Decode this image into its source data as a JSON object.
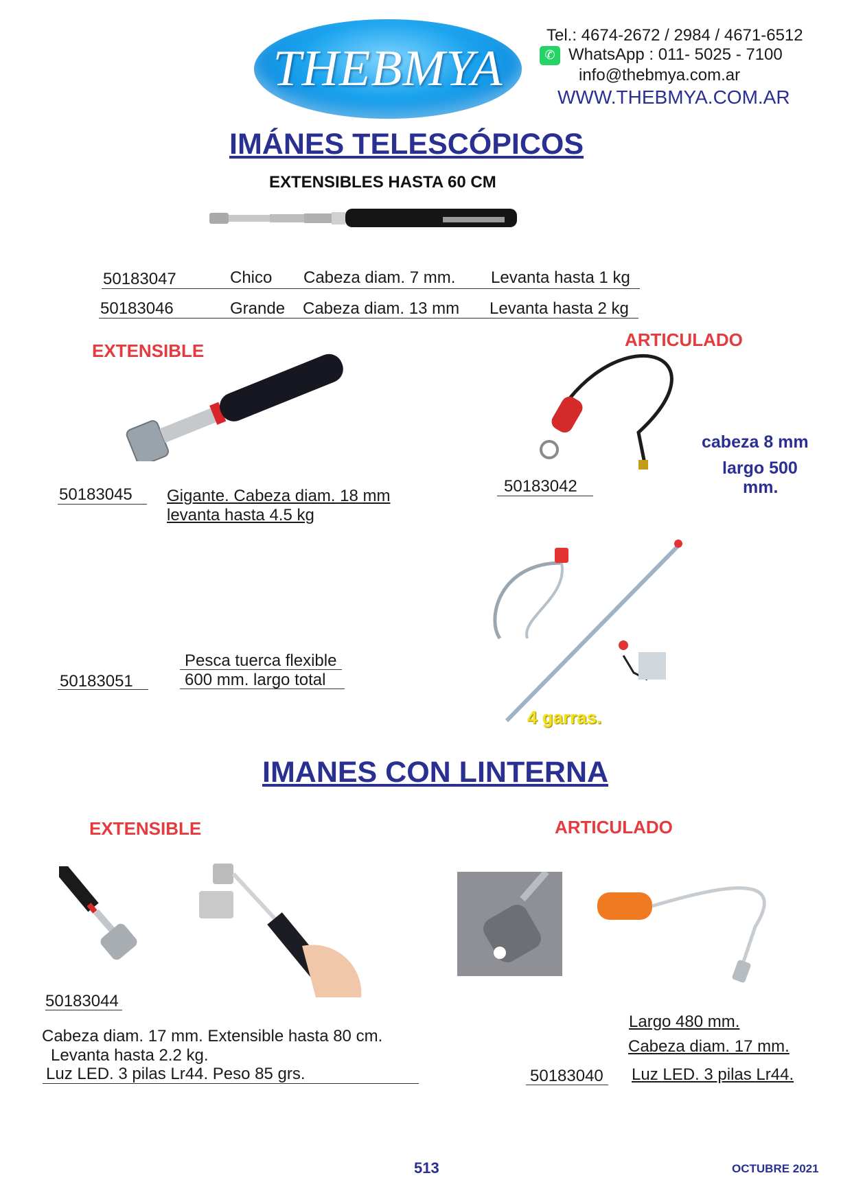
{
  "header": {
    "logo_text": "THEBMYA",
    "phone": "Tel.: 4674-2672 / 2984 / 4671-6512",
    "whatsapp": "WhatsApp : 011- 5025 - 7100",
    "email": "info@thebmya.com.ar",
    "website": "WWW.THEBMYA.COM.AR"
  },
  "section1": {
    "title": "IMÁNES TELESCÓPICOS",
    "subtitle": "EXTENSIBLES HASTA 60 CM",
    "rows": [
      {
        "code": "50183047",
        "size": "Chico",
        "head": "Cabeza diam. 7 mm.",
        "lift": "Levanta hasta 1 kg"
      },
      {
        "code": "50183046",
        "size": "Grande",
        "head": "Cabeza diam. 13 mm",
        "lift": "Levanta hasta 2 kg"
      }
    ],
    "extensible_label": "EXTENSIBLE",
    "articulado_label": "ARTICULADO",
    "gigante": {
      "code": "50183045",
      "line1": "Gigante.  Cabeza diam. 18 mm",
      "line2": "levanta hasta 4.5 kg"
    },
    "articulado": {
      "code": "50183042",
      "spec1": "cabeza 8 mm",
      "spec2": "largo 500",
      "spec3": "mm."
    },
    "pesca": {
      "code": "50183051",
      "line1": "Pesca tuerca flexible",
      "line2": "600 mm. largo total",
      "badge": "4 garras."
    }
  },
  "section2": {
    "title": "IMANES CON LINTERNA",
    "extensible_label": "EXTENSIBLE",
    "articulado_label": "ARTICULADO",
    "item1": {
      "code": "50183044",
      "line1": "Cabeza diam. 17 mm.   Extensible hasta 80 cm.",
      "line2": "Levanta hasta 2.2 kg.",
      "line3": "Luz LED. 3 pilas Lr44. Peso 85 grs."
    },
    "item2": {
      "code": "50183040",
      "line1": "Largo 480 mm.",
      "line2": "Cabeza diam. 17 mm.",
      "line3": "Luz LED. 3 pilas Lr44."
    }
  },
  "footer": {
    "page": "513",
    "date": "OCTUBRE 2021"
  }
}
